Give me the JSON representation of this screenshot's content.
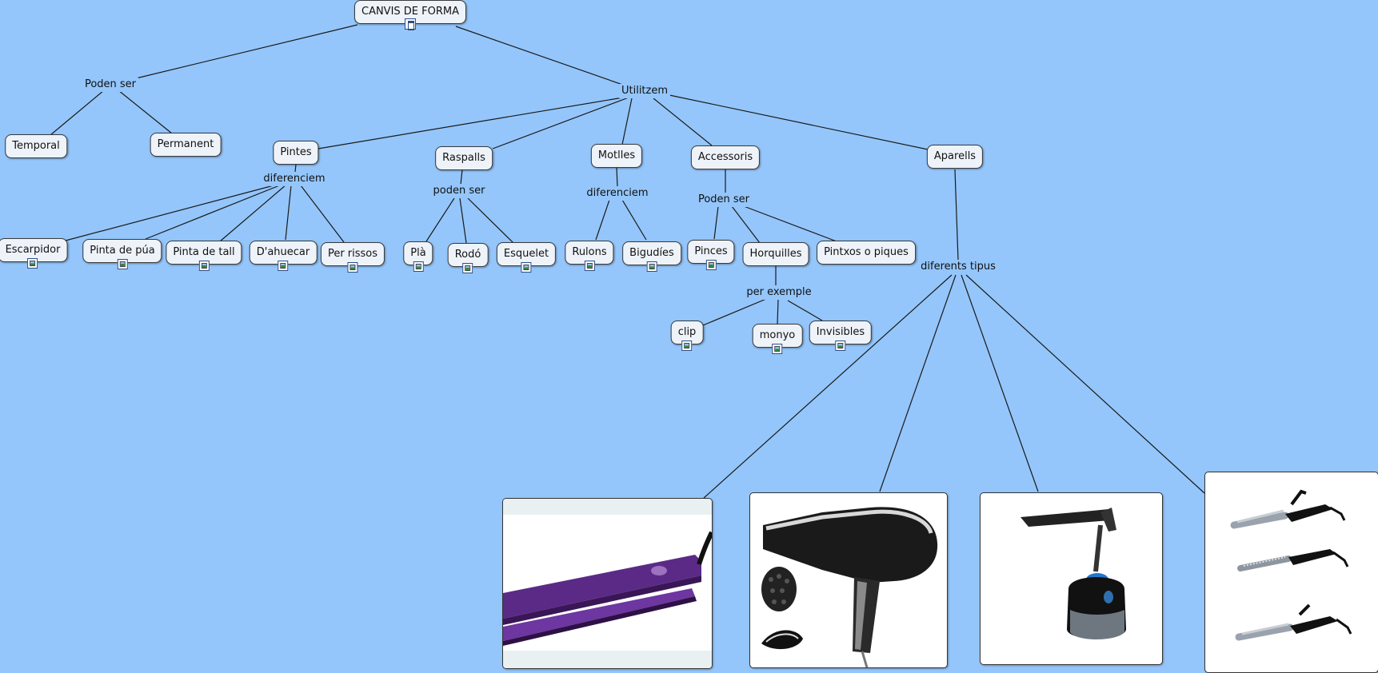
{
  "nodes": {
    "root": "CANVIS DE FORMA",
    "temporal": "Temporal",
    "permanent": "Permanent",
    "pintes": "Pintes",
    "raspalls": "Raspalls",
    "motlles": "Motlles",
    "accessoris": "Accessoris",
    "aparells": "Aparells",
    "escarpidor": "Escarpidor",
    "pinta_puas": "Pinta de púa",
    "pinta_tall": "Pinta de tall",
    "dahuecar": "D'ahuecar",
    "per_rissos": "Per rissos",
    "pla": "Plà",
    "rodo": "Rodó",
    "esquelet": "Esquelet",
    "rulons": "Rulons",
    "bigudies": "Bigudíes",
    "pinces": "Pinces",
    "horquilles": "Horquilles",
    "pintxos": "Pintxos o piques",
    "clip": "clip",
    "monyo": "monyo",
    "invisibles": "Invisibles"
  },
  "phrases": {
    "poden_ser_root": "Poden ser",
    "utilitzem": "Utilitzem",
    "diferenciem_pintes": "diferenciem",
    "poden_ser_raspalls": "poden ser",
    "diferenciem_motlles": "diferenciem",
    "poden_ser_accessoris": "Poden ser",
    "per_exemple": "per exemple",
    "diferents_tipus": "diferents tipus"
  },
  "images": {
    "planxa": "planxa-photo",
    "assecador": "assecador-photo",
    "casc": "casc-assecador-photo",
    "tenaces": "tenaces-photo"
  },
  "colors": {
    "background": "#94c6fb",
    "node_fill": "#eef3fa",
    "line": "#1a1a1a"
  }
}
